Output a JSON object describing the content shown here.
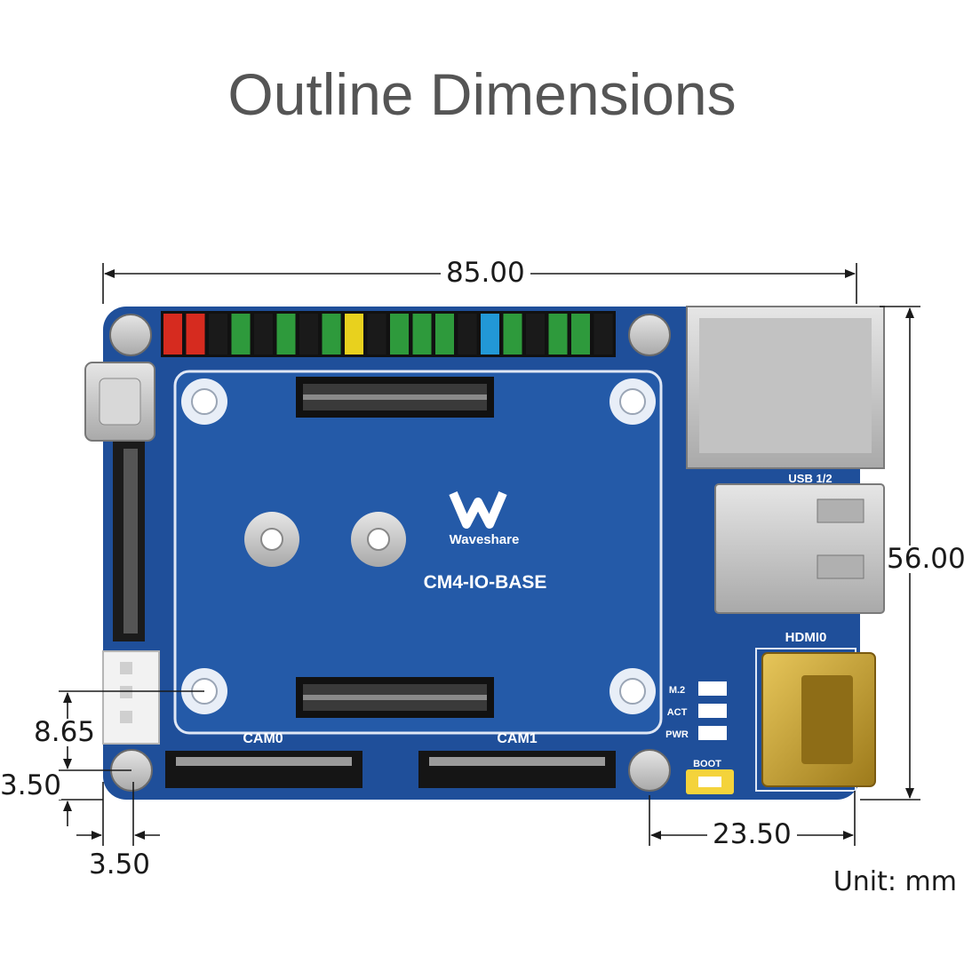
{
  "title": "Outline Dimensions",
  "unit_label": "Unit: mm",
  "dimensions": {
    "width": "85.00",
    "height": "56.00",
    "hdmi_offset": "23.50",
    "hole_vertical": "8.65",
    "hole_offset_y": "3.50",
    "hole_offset_x": "3.50"
  },
  "board": {
    "brand": "Waveshare",
    "model": "CM4-IO-BASE",
    "labels": {
      "cam0": "CAM0",
      "cam1": "CAM1",
      "hdmi": "HDMI0",
      "usb": "USB 1/2",
      "m2": "M.2",
      "act": "ACT",
      "pwr": "PWR",
      "boot": "BOOT"
    }
  },
  "colors": {
    "pcb": "#1f4f9a",
    "pcb_dark": "#163e80",
    "gold": "#c9a22a",
    "metal": "#c8c8c8"
  },
  "gpio_cap_colors": [
    "#d62b1f",
    "#d62b1f",
    "#1a1a1a",
    "#2e9a3c",
    "#1a1a1a",
    "#2e9a3c",
    "#1a1a1a",
    "#2e9a3c",
    "#e8d11e",
    "#1a1a1a",
    "#2e9a3c",
    "#2e9a3c",
    "#2e9a3c",
    "#1a1a1a",
    "#2298d6",
    "#2e9a3c",
    "#1a1a1a",
    "#2e9a3c",
    "#2e9a3c",
    "#1a1a1a"
  ]
}
